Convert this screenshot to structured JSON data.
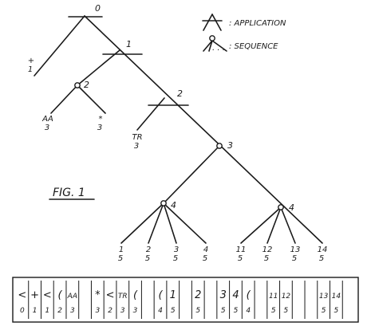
{
  "figure": {
    "title": "FIG. 1",
    "legend": {
      "application_label": ": APPLICATION",
      "sequence_label": ": SEQUENCE"
    }
  },
  "tree": {
    "app_node_labels": [
      "0",
      "1",
      "2"
    ],
    "seq_node_labels": [
      "2",
      "3",
      "4",
      "4"
    ],
    "leaves": [
      {
        "top": "+",
        "bottom": "1"
      },
      {
        "top": "AA",
        "bottom": "3"
      },
      {
        "top": "*",
        "bottom": "3"
      },
      {
        "top": "TR",
        "bottom": "3"
      },
      {
        "top": "1",
        "bottom": "5"
      },
      {
        "top": "2",
        "bottom": "5"
      },
      {
        "top": "3",
        "bottom": "5"
      },
      {
        "top": "4",
        "bottom": "5"
      },
      {
        "top": "11",
        "bottom": "5"
      },
      {
        "top": "12",
        "bottom": "5"
      },
      {
        "top": "13",
        "bottom": "5"
      },
      {
        "top": "14",
        "bottom": "5"
      }
    ]
  },
  "sequence_table": {
    "cells": [
      {
        "top": "<",
        "bottom": "0"
      },
      {
        "top": "+",
        "bottom": "1"
      },
      {
        "top": "<",
        "bottom": "1"
      },
      {
        "top": "(",
        "bottom": "2"
      },
      {
        "top": "AA",
        "bottom": "3"
      },
      {
        "top": "",
        "bottom": ""
      },
      {
        "top": "*",
        "bottom": "3"
      },
      {
        "top": "<",
        "bottom": "2"
      },
      {
        "top": "TR",
        "bottom": "3"
      },
      {
        "top": "(",
        "bottom": "3"
      },
      {
        "top": "",
        "bottom": ""
      },
      {
        "top": "(",
        "bottom": "4"
      },
      {
        "top": "1",
        "bottom": "5"
      },
      {
        "top": "",
        "bottom": ""
      },
      {
        "top": "2",
        "bottom": "5"
      },
      {
        "top": "",
        "bottom": ""
      },
      {
        "top": "3",
        "bottom": "5"
      },
      {
        "top": "4",
        "bottom": "5"
      },
      {
        "top": "(",
        "bottom": "4"
      },
      {
        "top": "",
        "bottom": ""
      },
      {
        "top": "11",
        "bottom": "5"
      },
      {
        "top": "12",
        "bottom": "5"
      },
      {
        "top": "",
        "bottom": ""
      },
      {
        "top": "",
        "bottom": ""
      },
      {
        "top": "13",
        "bottom": "5"
      },
      {
        "top": "14",
        "bottom": "5"
      },
      {
        "top": "",
        "bottom": ""
      }
    ]
  }
}
